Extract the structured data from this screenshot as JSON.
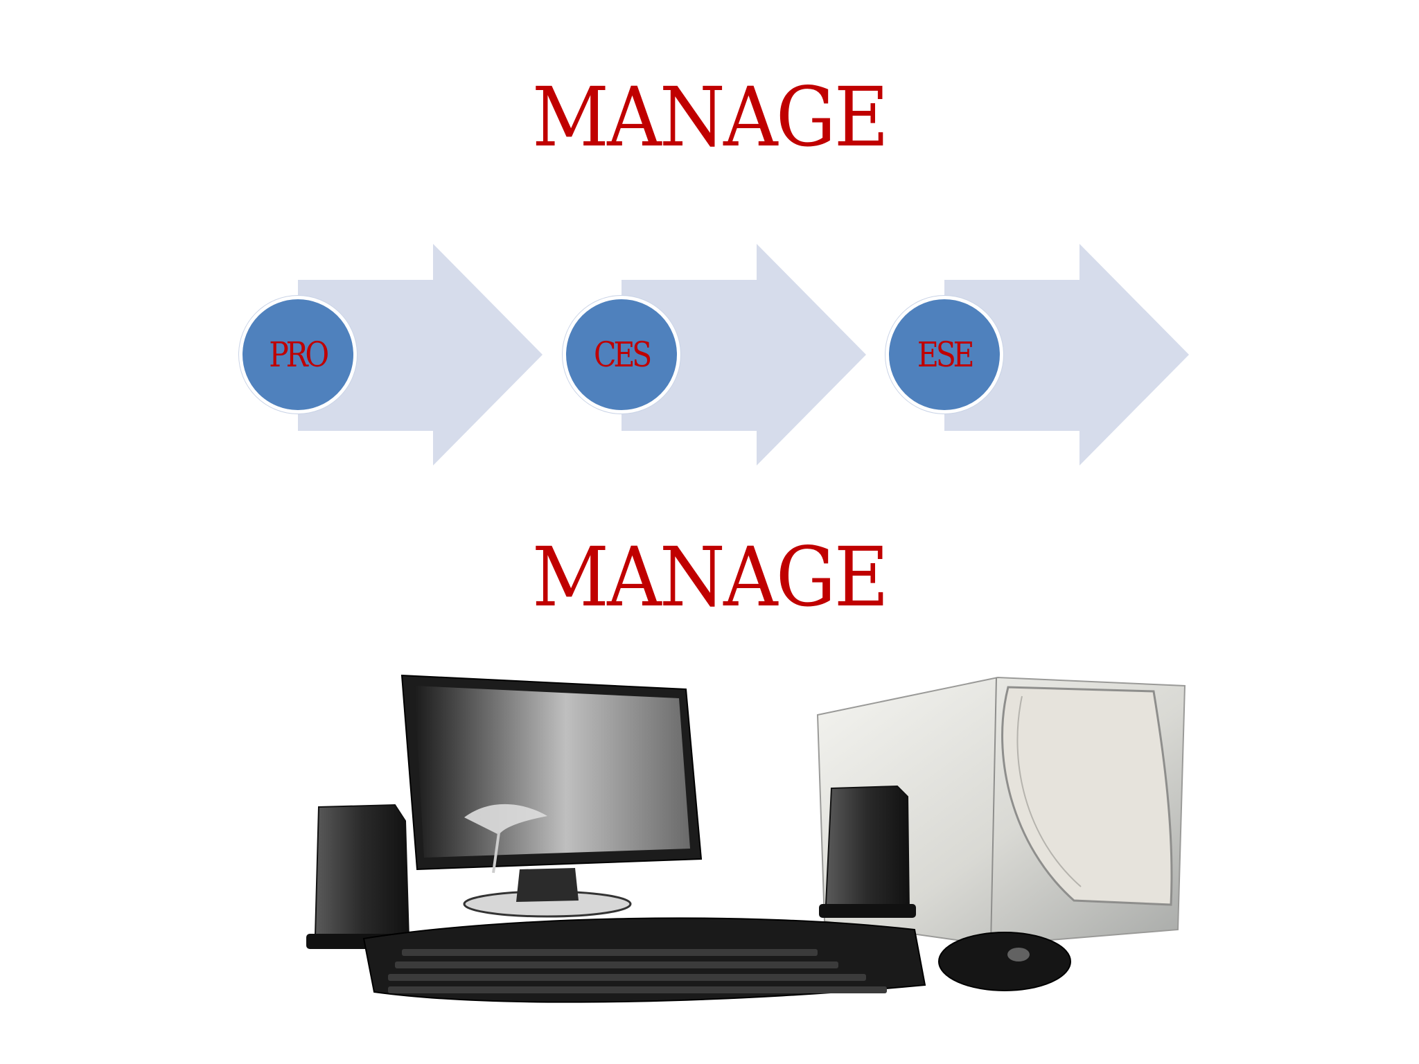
{
  "colors": {
    "title": "#c00000",
    "arrow": "#d6dceb",
    "circle": "#4f81bd",
    "circle_text": "#c00000"
  },
  "titles": {
    "top": "MANAGE",
    "bottom": "MANAGE"
  },
  "steps": [
    {
      "label": "PRO"
    },
    {
      "label": "CES"
    },
    {
      "label": "ESE"
    }
  ],
  "image": {
    "icon": "desktop-computer-icon"
  }
}
